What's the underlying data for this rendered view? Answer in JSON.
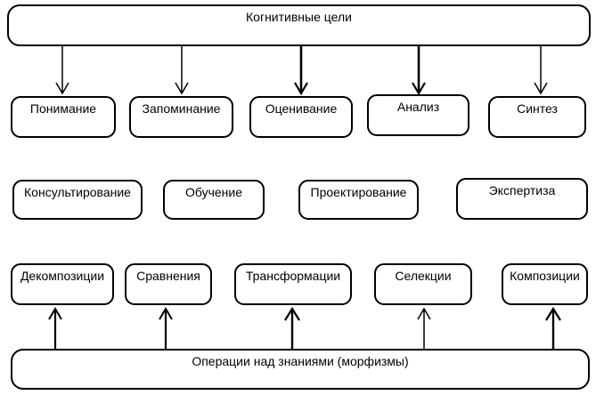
{
  "canvas": {
    "background_color": "#ffffff",
    "line_color": "#000000"
  },
  "diagram": {
    "top_box": {
      "label": "Когнитивные цели"
    },
    "goals": [
      {
        "label": "Понимание"
      },
      {
        "label": "Запоминание"
      },
      {
        "label": "Оценивание"
      },
      {
        "label": "Анализ"
      },
      {
        "label": "Синтез"
      }
    ],
    "tasks": [
      {
        "label": "Консультирование"
      },
      {
        "label": "Обучение"
      },
      {
        "label": "Проектирование"
      },
      {
        "label": "Экспертиза"
      }
    ],
    "operations": [
      {
        "label": "Декомпозиции"
      },
      {
        "label": "Сравнения"
      },
      {
        "label": "Трансформации"
      },
      {
        "label": "Селекции"
      },
      {
        "label": "Композиции"
      }
    ],
    "bottom_box": {
      "label": "Операции над знаниями (морфизмы)"
    },
    "connections": [
      {
        "from": "Когнитивные цели",
        "to": "Понимание",
        "direction": "down"
      },
      {
        "from": "Когнитивные цели",
        "to": "Запоминание",
        "direction": "down"
      },
      {
        "from": "Когнитивные цели",
        "to": "Оценивание",
        "direction": "down"
      },
      {
        "from": "Когнитивные цели",
        "to": "Анализ",
        "direction": "down"
      },
      {
        "from": "Когнитивные цели",
        "to": "Синтез",
        "direction": "down"
      },
      {
        "from": "Операции над знаниями (морфизмы)",
        "to": "Декомпозиции",
        "direction": "up"
      },
      {
        "from": "Операции над знаниями (морфизмы)",
        "to": "Сравнения",
        "direction": "up"
      },
      {
        "from": "Операции над знаниями (морфизмы)",
        "to": "Трансформации",
        "direction": "up"
      },
      {
        "from": "Операции над знаниями (морфизмы)",
        "to": "Селекции",
        "direction": "up"
      },
      {
        "from": "Операции над знаниями (морфизмы)",
        "to": "Композиции",
        "direction": "up"
      }
    ]
  }
}
